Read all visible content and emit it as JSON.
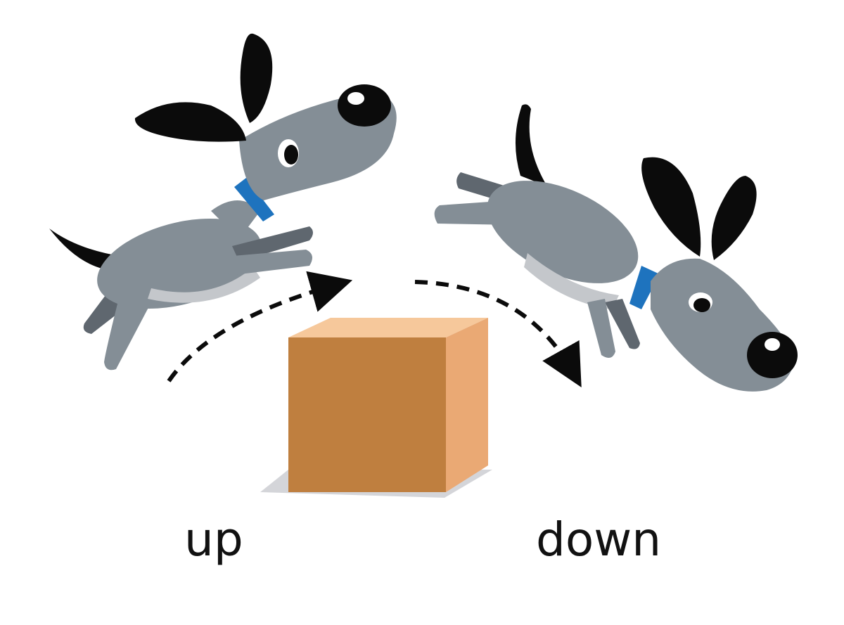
{
  "labels": {
    "up": "up",
    "down": "down"
  },
  "colors": {
    "background": "#ffffff",
    "dog_body": "#848e96",
    "dog_shadow": "#c4c7cb",
    "ears_tail_nose": "#0b0b0b",
    "collar": "#1e73be",
    "box_front": "#bf7f3f",
    "box_side": "#eaa974",
    "box_top": "#f6c89b",
    "box_shadow": "#d4d5d9",
    "arrow": "#0b0b0b",
    "label_text": "#111111"
  },
  "icons": [
    "dog-jumping-up",
    "dog-coming-down",
    "cardboard-box",
    "dashed-arrow-up",
    "dashed-arrow-down"
  ]
}
